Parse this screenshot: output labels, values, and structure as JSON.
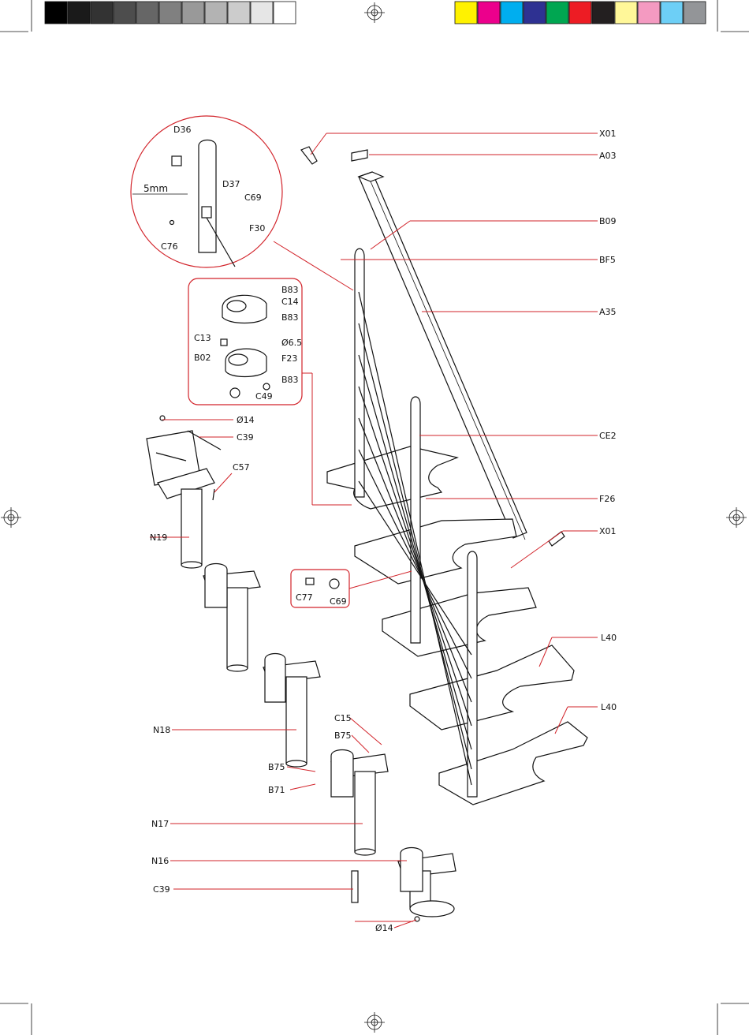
{
  "colors": {
    "leader_line": "#d2232a",
    "ink": "#111111",
    "grayscale_swatches": [
      "#000000",
      "#1a1a1a",
      "#333333",
      "#4d4d4d",
      "#666666",
      "#808080",
      "#999999",
      "#b3b3b3",
      "#cccccc",
      "#e6e6e6",
      "#ffffff"
    ],
    "color_swatches": [
      "#fff200",
      "#ec008c",
      "#00aeef",
      "#2e3192",
      "#00a651",
      "#ed1c24",
      "#231f20",
      "#fff799",
      "#f49ac1",
      "#6dcff6",
      "#939598"
    ]
  },
  "labels": {
    "x01_top": "X01",
    "a03": "A03",
    "b09": "B09",
    "bf5": "BF5",
    "a35": "A35",
    "ce2": "CE2",
    "f26": "F26",
    "x01_mid": "X01",
    "l40_a": "L40",
    "l40_b": "L40",
    "d36": "D36",
    "d37": "D37",
    "c69_detail": "C69",
    "c76": "C76",
    "f30": "F30",
    "dim_5mm": "5mm",
    "b83_a": "B83",
    "c14": "C14",
    "b83_b": "B83",
    "c13": "C13",
    "dia_6_5": "Ø6.5",
    "b02": "B02",
    "f23": "F23",
    "b83_c": "B83",
    "c49": "C49",
    "dia_14_top": "Ø14",
    "c39_top": "C39",
    "c57": "C57",
    "n19": "N19",
    "c77": "C77",
    "c69_inset": "C69",
    "n18": "N18",
    "c15": "C15",
    "b75_a": "B75",
    "b75_b": "B75",
    "b71": "B71",
    "n17": "N17",
    "n16": "N16",
    "c39_bottom": "C39",
    "dia_14_bottom": "Ø14"
  }
}
